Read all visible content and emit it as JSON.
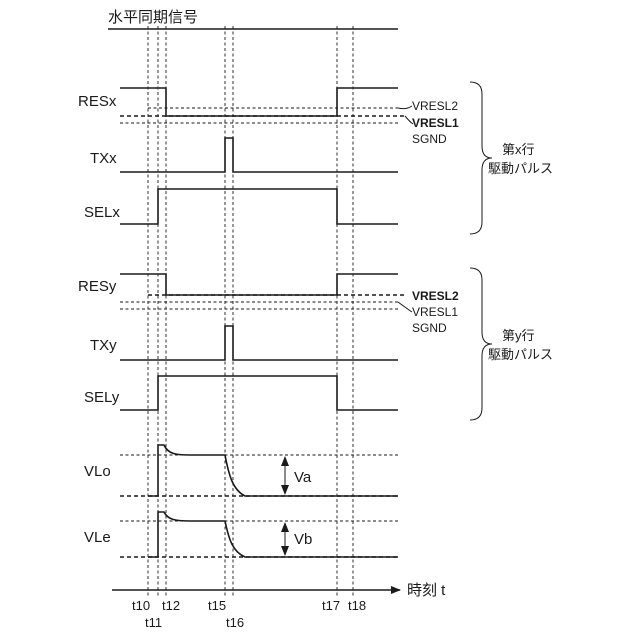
{
  "hsync_label": "水平同期信号",
  "signals": {
    "resx": "RESx",
    "txx": "TXx",
    "selx": "SELx",
    "resy": "RESy",
    "txy": "TXy",
    "sely": "SELy",
    "vlo": "VLo",
    "vle": "VLe"
  },
  "levels_x": {
    "vresl2": "VRESL2",
    "vresl1": "VRESL1",
    "sgnd": "SGND"
  },
  "levels_y": {
    "vresl2": "VRESL2",
    "vresl1": "VRESL1",
    "sgnd": "SGND"
  },
  "group_x": {
    "line1": "第x行",
    "line2": "駆動パルス"
  },
  "group_y": {
    "line1": "第y行",
    "line2": "駆動パルス"
  },
  "voltages": {
    "va": "Va",
    "vb": "Vb"
  },
  "time_axis_label": "時刻 t",
  "time_ticks": {
    "t10": "t10",
    "t11": "t11",
    "t12": "t12",
    "t15": "t15",
    "t16": "t16",
    "t17": "t17",
    "t18": "t18"
  }
}
